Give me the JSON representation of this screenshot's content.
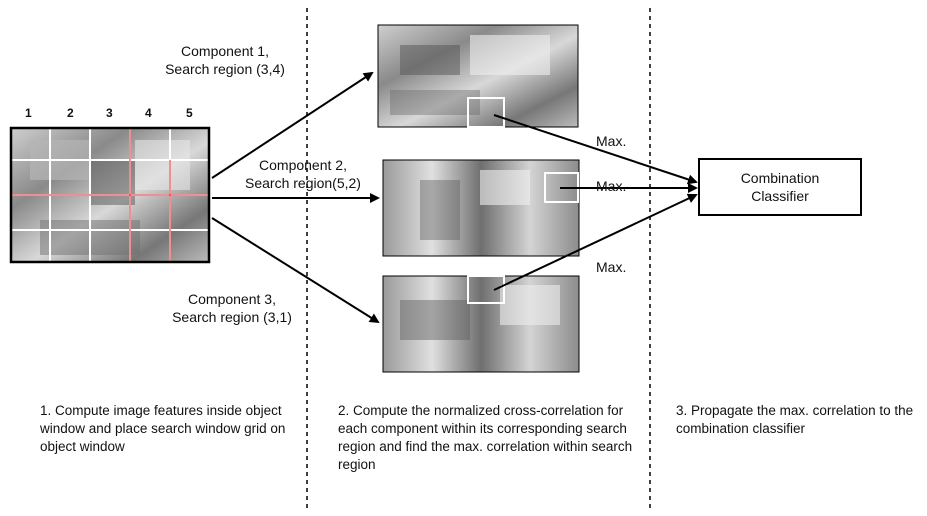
{
  "components": [
    {
      "name": "Component 1,",
      "region": "Search region (3,4)"
    },
    {
      "name": "Component 2,",
      "region": "Search region(5,2)"
    },
    {
      "name": "Component 3,",
      "region": "Search region (3,1)"
    }
  ],
  "grid": {
    "column_labels": [
      "1",
      "2",
      "3",
      "4",
      "5"
    ]
  },
  "max_labels": [
    "Max.",
    "Max.",
    "Max."
  ],
  "classifier": {
    "line1": "Combination",
    "line2": "Classifier"
  },
  "steps": [
    "1. Compute image features inside object window and place search window grid on object window",
    "2. Compute the normalized cross-correlation for each component within its corresponding search region and find the max. correlation within search region",
    "3. Propagate the max. correlation to the combination classifier"
  ]
}
